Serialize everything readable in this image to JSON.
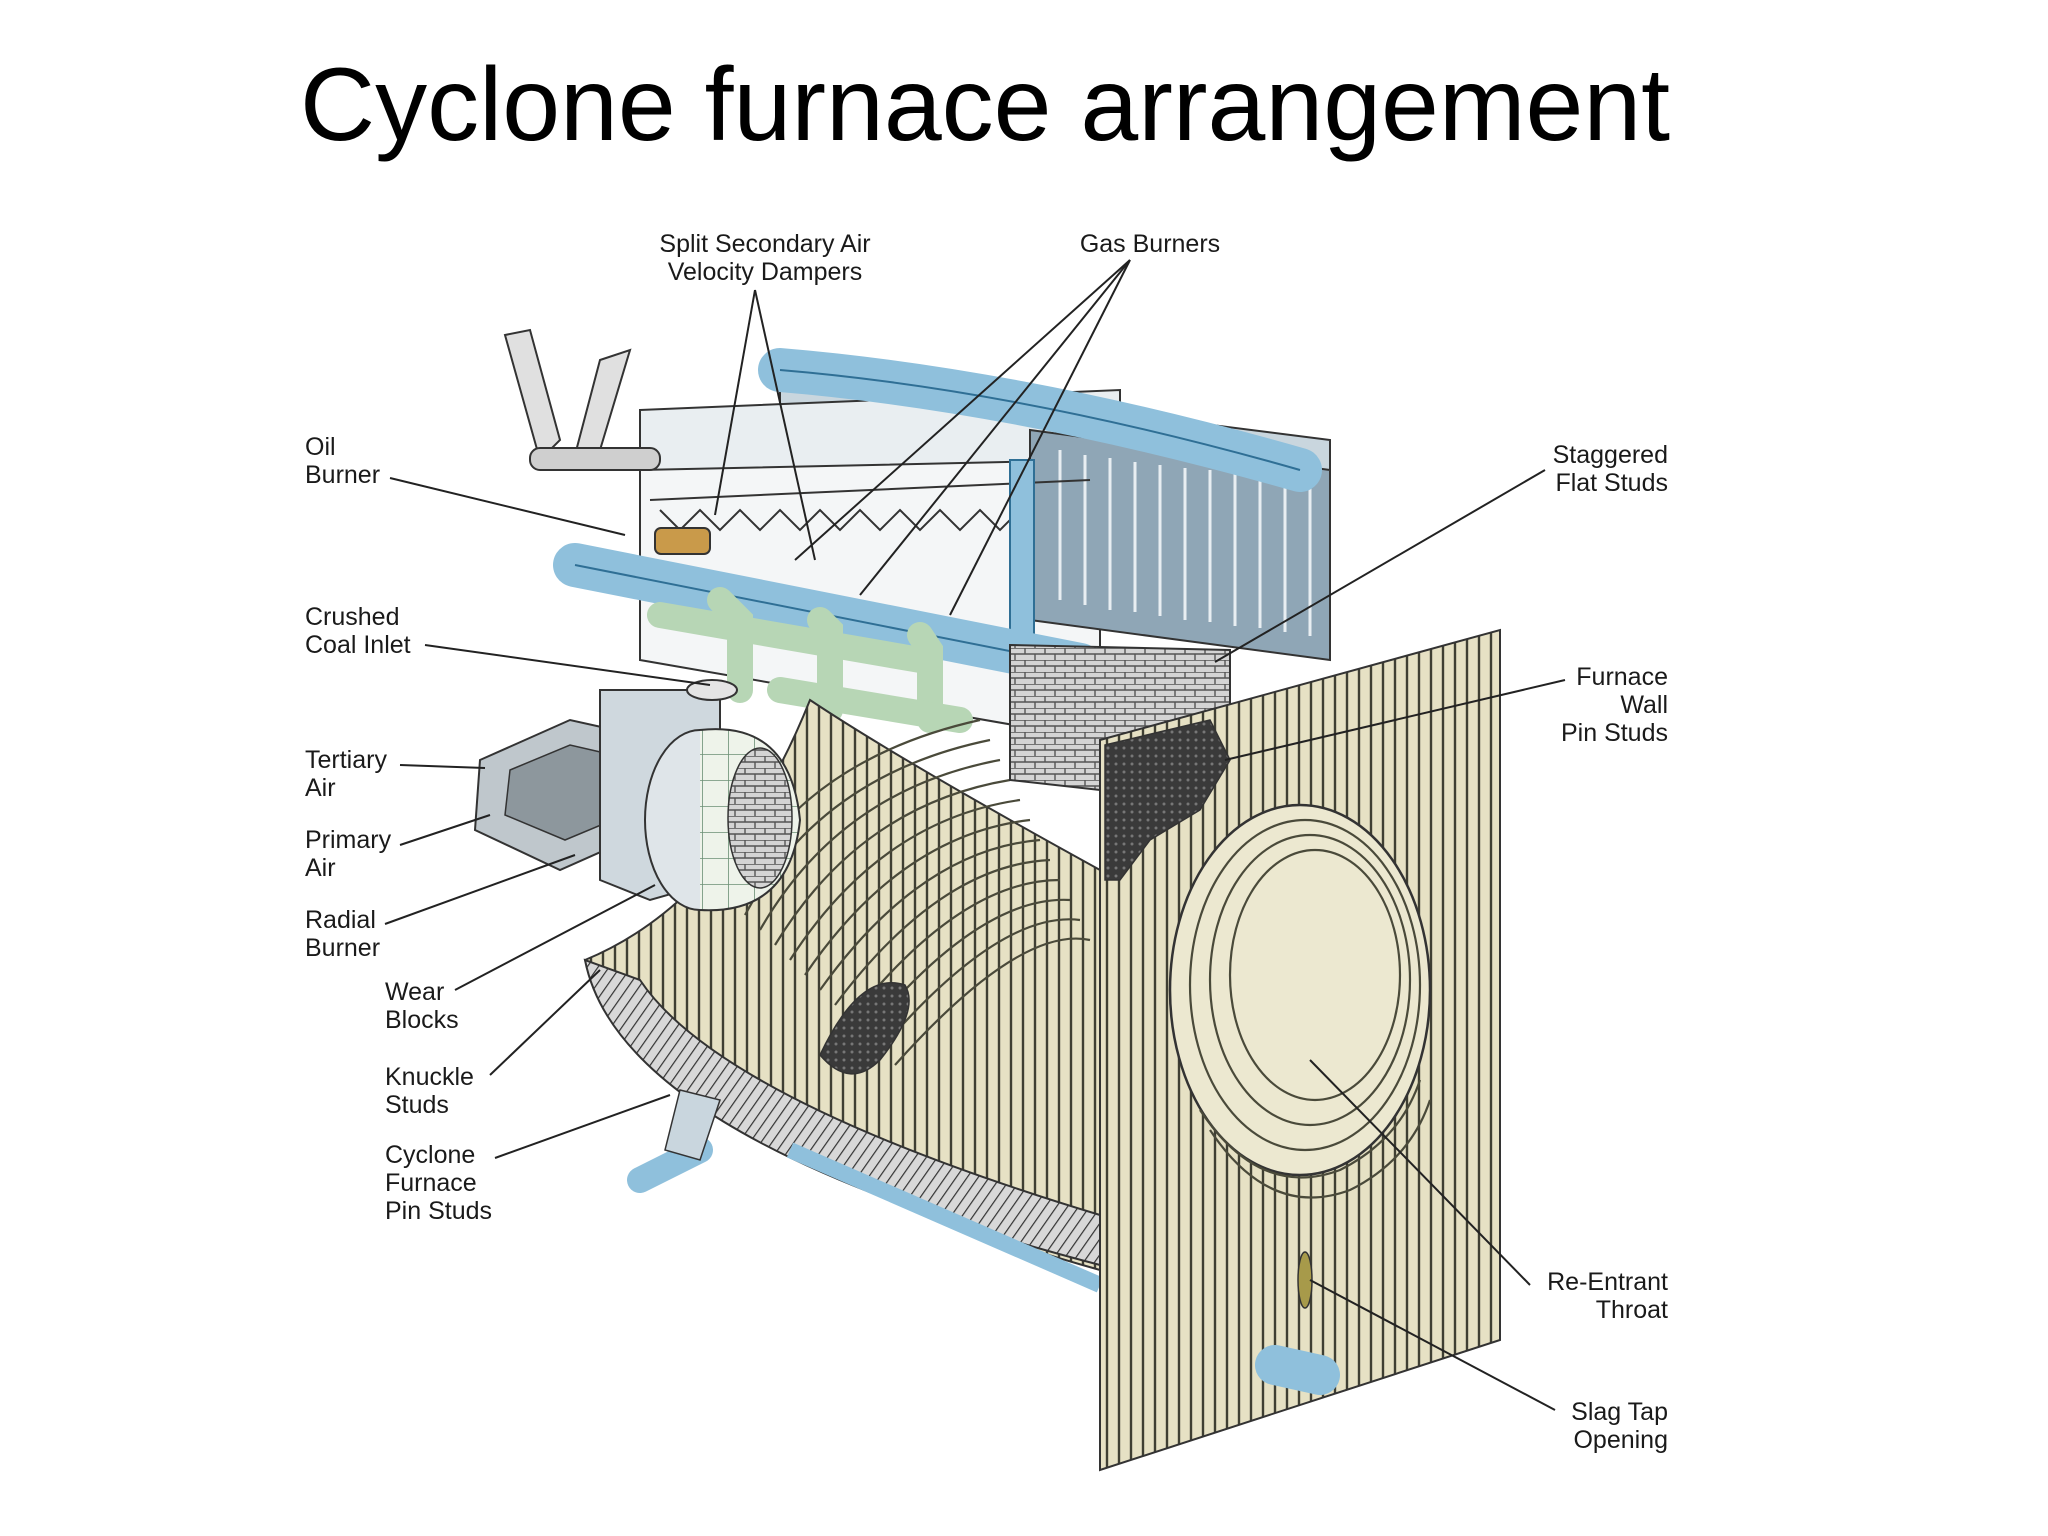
{
  "title": "Cyclone furnace arrangement",
  "labels": {
    "split_secondary_air": [
      "Split Secondary Air",
      "Velocity Dampers"
    ],
    "gas_burners": [
      "Gas Burners"
    ],
    "oil_burner": [
      "Oil",
      "Burner"
    ],
    "crushed_coal_inlet": [
      "Crushed",
      "Coal Inlet"
    ],
    "tertiary_air": [
      "Tertiary",
      "Air"
    ],
    "primary_air": [
      "Primary",
      "Air"
    ],
    "radial_burner": [
      "Radial",
      "Burner"
    ],
    "wear_blocks": [
      "Wear",
      "Blocks"
    ],
    "knuckle_studs": [
      "Knuckle",
      "Studs"
    ],
    "cyclone_furnace_pin_studs": [
      "Cyclone",
      "Furnace",
      "Pin Studs"
    ],
    "staggered_flat_studs": [
      "Staggered",
      "Flat Studs"
    ],
    "furnace_wall_pin_studs": [
      "Furnace",
      "Wall",
      "Pin Studs"
    ],
    "re_entrant_throat": [
      "Re-Entrant",
      "Throat"
    ],
    "slag_tap_opening": [
      "Slag Tap",
      "Opening"
    ]
  },
  "colors": {
    "pipe": "#8fc0dc",
    "pipe_dark": "#2f6f95",
    "barrel": "#d9d4b4",
    "stripe": "#4a4a3a",
    "green_pipe": "#b7d6b5",
    "steel": "#cfd8de"
  }
}
